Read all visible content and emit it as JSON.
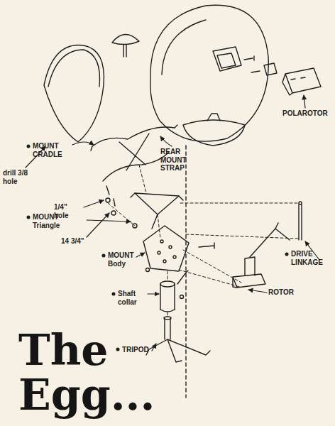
{
  "diagram": {
    "title": "The Egg...",
    "labels": [
      "drill 3/8 hole",
      "MOUNT CRADLE",
      "REAR MOUNT STRAP",
      "1/4\" hole",
      "14 3/4\"",
      "MOUNT Triangle",
      "MOUNT Body",
      "Shaft collar",
      "TRIPOD",
      "DRIVE LINKAGE",
      "ROTOR",
      "POLAROTOR"
    ]
  }
}
